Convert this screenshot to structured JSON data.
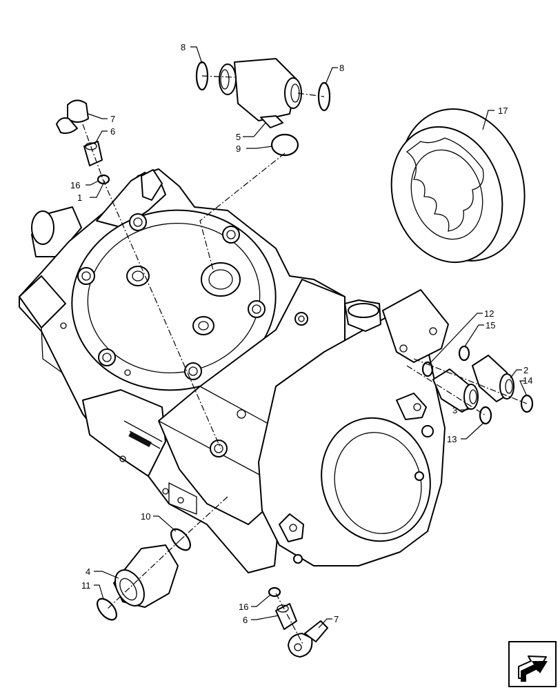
{
  "callouts": {
    "c1": "1",
    "c2": "2",
    "c3": "3",
    "c4": "4",
    "c5": "5",
    "c6a": "6",
    "c6b": "6",
    "c7a": "7",
    "c7b": "7",
    "c8a": "8",
    "c8b": "8",
    "c9": "9",
    "c10": "10",
    "c11": "11",
    "c12": "12",
    "c13": "13",
    "c14": "14",
    "c15": "15",
    "c16a": "16",
    "c16b": "16",
    "c17": "17"
  },
  "nav_icon": "arrow-icon",
  "colors": {
    "line": "#000000",
    "background": "#ffffff"
  }
}
